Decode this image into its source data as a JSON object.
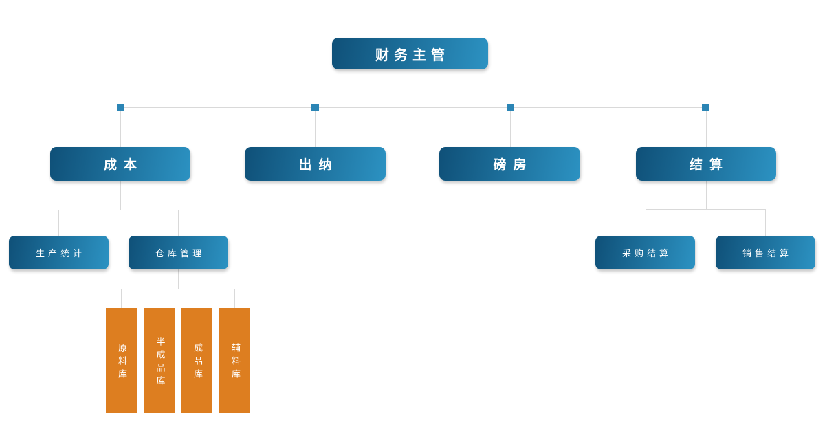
{
  "diagram": {
    "type": "org-chart",
    "root": {
      "label": "财务主管"
    },
    "departments": [
      {
        "label": "成本"
      },
      {
        "label": "出纳"
      },
      {
        "label": "磅房"
      },
      {
        "label": "结算"
      }
    ],
    "cost_children": [
      {
        "label": "生产统计"
      },
      {
        "label": "仓库管理"
      }
    ],
    "settlement_children": [
      {
        "label": "采购结算"
      },
      {
        "label": "销售结算"
      }
    ],
    "warehouse_children": [
      {
        "label": "原料库"
      },
      {
        "label": "半成品库"
      },
      {
        "label": "成品库"
      },
      {
        "label": "辅料库"
      }
    ],
    "colors": {
      "node_gradient_start": "#0F5078",
      "node_gradient_end": "#2C92C2",
      "warehouse_orange": "#DD7E20",
      "connector_gray": "#D9D9D9",
      "junction_blue": "#2B85B5",
      "node_text": "#FFFFFF"
    }
  }
}
